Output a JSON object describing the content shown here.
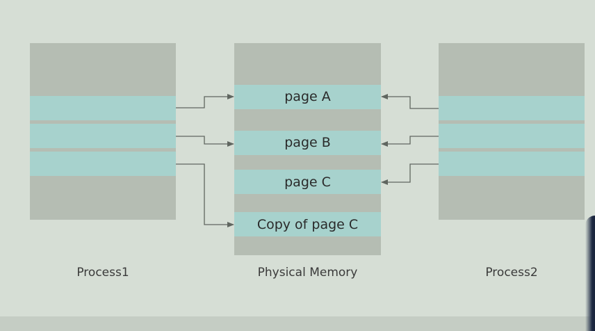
{
  "diagram": {
    "process1_label": "Process1",
    "process2_label": "Process2",
    "memory_label": "Physical Memory",
    "pages": {
      "a": "page A",
      "b": "page B",
      "c": "page C",
      "copy_c": "Copy of page C"
    },
    "colors": {
      "background": "#d6ded5",
      "block": "#b5bdb3",
      "page_row": "#a7d2cd",
      "arrow": "#606660"
    }
  }
}
